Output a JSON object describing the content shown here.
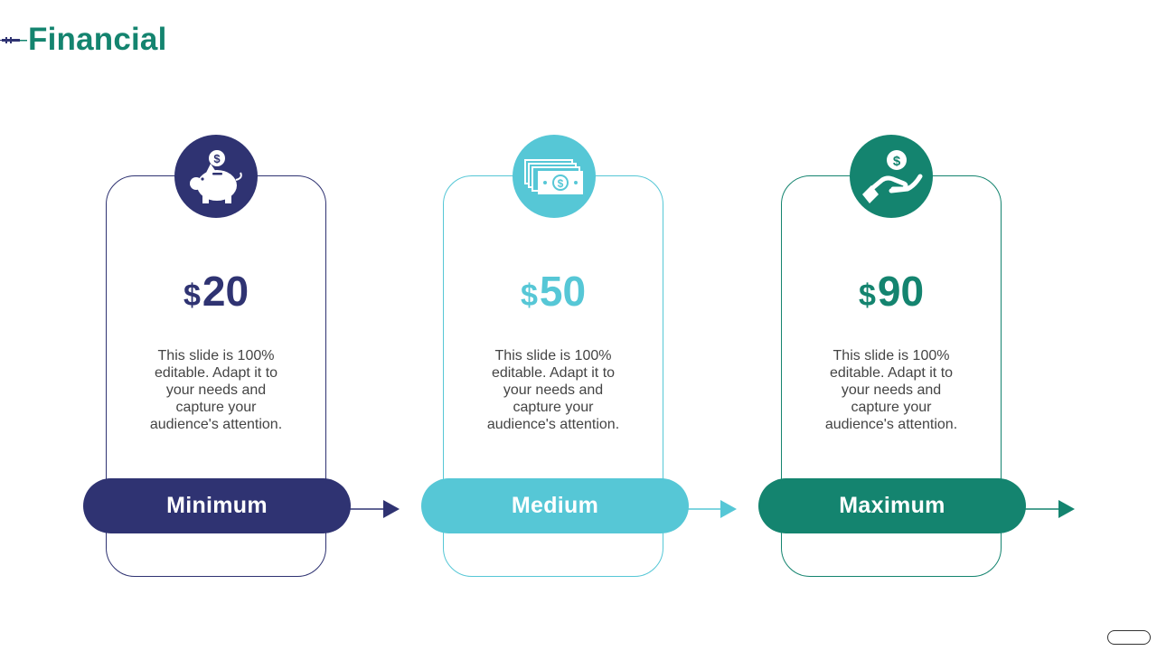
{
  "title": "Financial",
  "colors": {
    "navy": "#2f3372",
    "cyan": "#56c7d6",
    "teal": "#14846f",
    "text": "#444444"
  },
  "tiers": [
    {
      "currency": "$",
      "amount": "20",
      "description": "This slide is 100% editable. Adapt it to your needs and capture your audience's attention.",
      "label": "Minimum",
      "icon": "piggy-bank-icon"
    },
    {
      "currency": "$",
      "amount": "50",
      "description": "This slide is 100% editable. Adapt it to your needs and capture your audience's attention.",
      "label": "Medium",
      "icon": "cash-stack-icon"
    },
    {
      "currency": "$",
      "amount": "90",
      "description": "This slide is 100% editable. Adapt it to your needs and capture your audience's attention.",
      "label": "Maximum",
      "icon": "hand-coin-icon"
    }
  ]
}
